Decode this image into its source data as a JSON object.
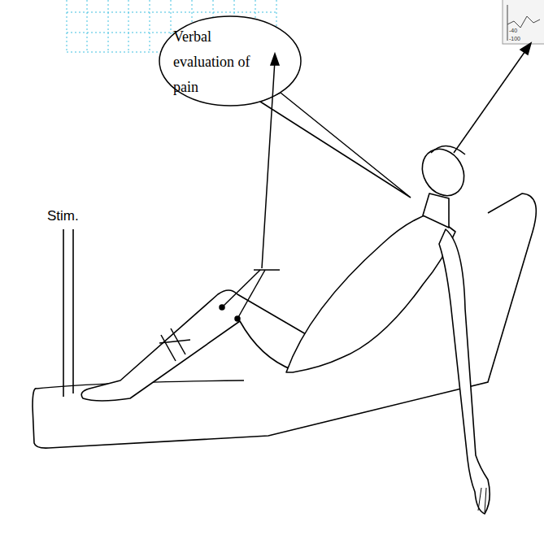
{
  "diagram": {
    "nodes": [
      {
        "text": [
          "Verbal evaluation of pain"
        ]
      }
    ],
    "labels": [
      "Stim.",
      "-40",
      "-100"
    ]
  }
}
